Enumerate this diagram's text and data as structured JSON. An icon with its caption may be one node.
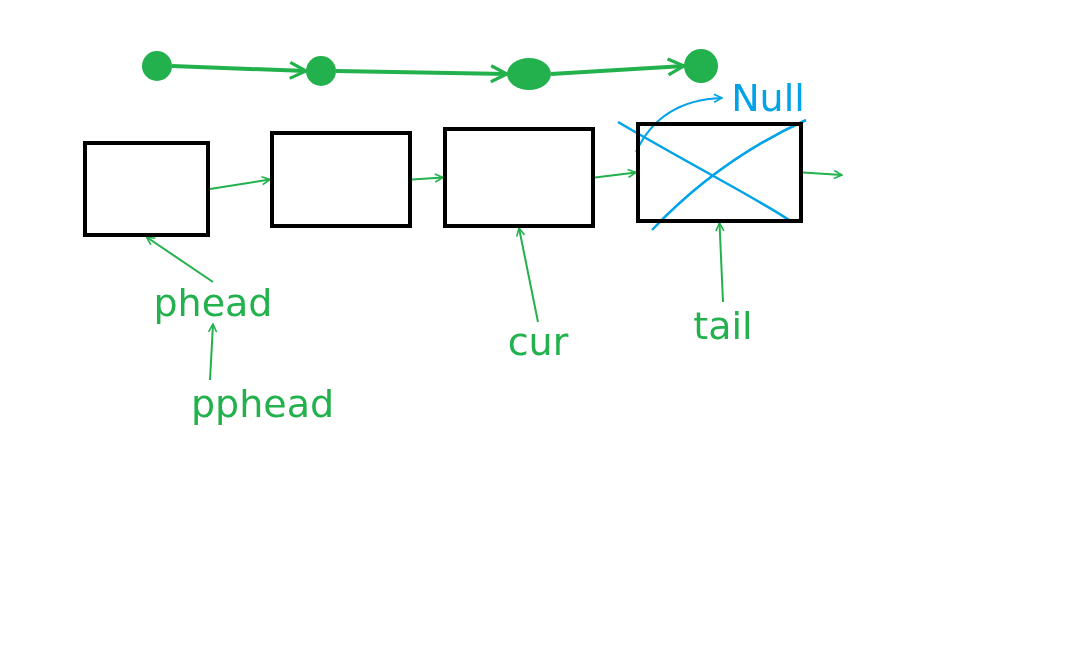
{
  "diagram": {
    "nodes": [
      {
        "text": [],
        "shape": "circle"
      },
      {
        "text": [],
        "shape": "circle"
      },
      {
        "text": [],
        "shape": "circle"
      },
      {
        "text": [],
        "shape": "circle"
      },
      {
        "text": [],
        "shape": "box"
      },
      {
        "text": [],
        "shape": "box"
      },
      {
        "text": [],
        "shape": "box"
      },
      {
        "text": [],
        "shape": "box"
      },
      {
        "text": [
          "phead"
        ]
      },
      {
        "text": [
          "pphead"
        ]
      },
      {
        "text": [
          "cur"
        ]
      },
      {
        "text": [
          "tail"
        ]
      },
      {
        "text": [
          "Null"
        ]
      }
    ],
    "edges": [
      {
        "from": 0,
        "to": 1,
        "arrow": "to",
        "style": "thick"
      },
      {
        "from": 1,
        "to": 2,
        "arrow": "to",
        "style": "thick"
      },
      {
        "from": 2,
        "to": 3,
        "arrow": "to",
        "style": "thick"
      },
      {
        "from": 4,
        "to": 5,
        "arrow": "to"
      },
      {
        "from": 5,
        "to": 6,
        "arrow": "to"
      },
      {
        "from": 6,
        "to": 7,
        "arrow": "to"
      },
      {
        "from": 7,
        "to": null,
        "arrow": "to"
      },
      {
        "from": 8,
        "to": 4,
        "arrow": "to"
      },
      {
        "from": 9,
        "to": 8,
        "arrow": "to"
      },
      {
        "from": 10,
        "to": 6,
        "arrow": "to"
      },
      {
        "from": 11,
        "to": 7,
        "arrow": "to"
      },
      {
        "from": 7,
        "to": 12,
        "arrow": "to",
        "color": "#00a2e8"
      }
    ]
  }
}
